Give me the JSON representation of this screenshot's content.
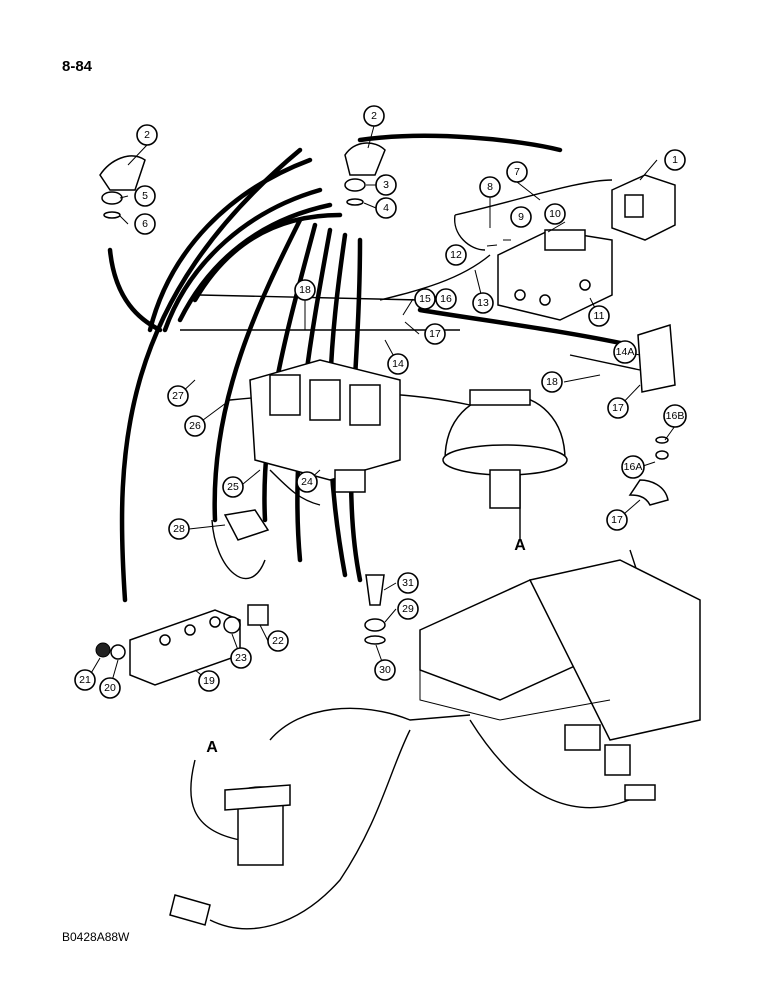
{
  "page": {
    "number": "8-84",
    "drawing_code": "B0428A88W"
  },
  "section_marker": "A",
  "callouts": [
    "2",
    "5",
    "6",
    "2",
    "3",
    "4",
    "7",
    "8",
    "9",
    "10",
    "12",
    "1",
    "18",
    "15",
    "16",
    "13",
    "11",
    "17",
    "14",
    "27",
    "14A",
    "26",
    "18",
    "17",
    "16B",
    "25",
    "24",
    "16A",
    "17",
    "28",
    "31",
    "29",
    "22",
    "23",
    "30",
    "21",
    "20",
    "19"
  ]
}
